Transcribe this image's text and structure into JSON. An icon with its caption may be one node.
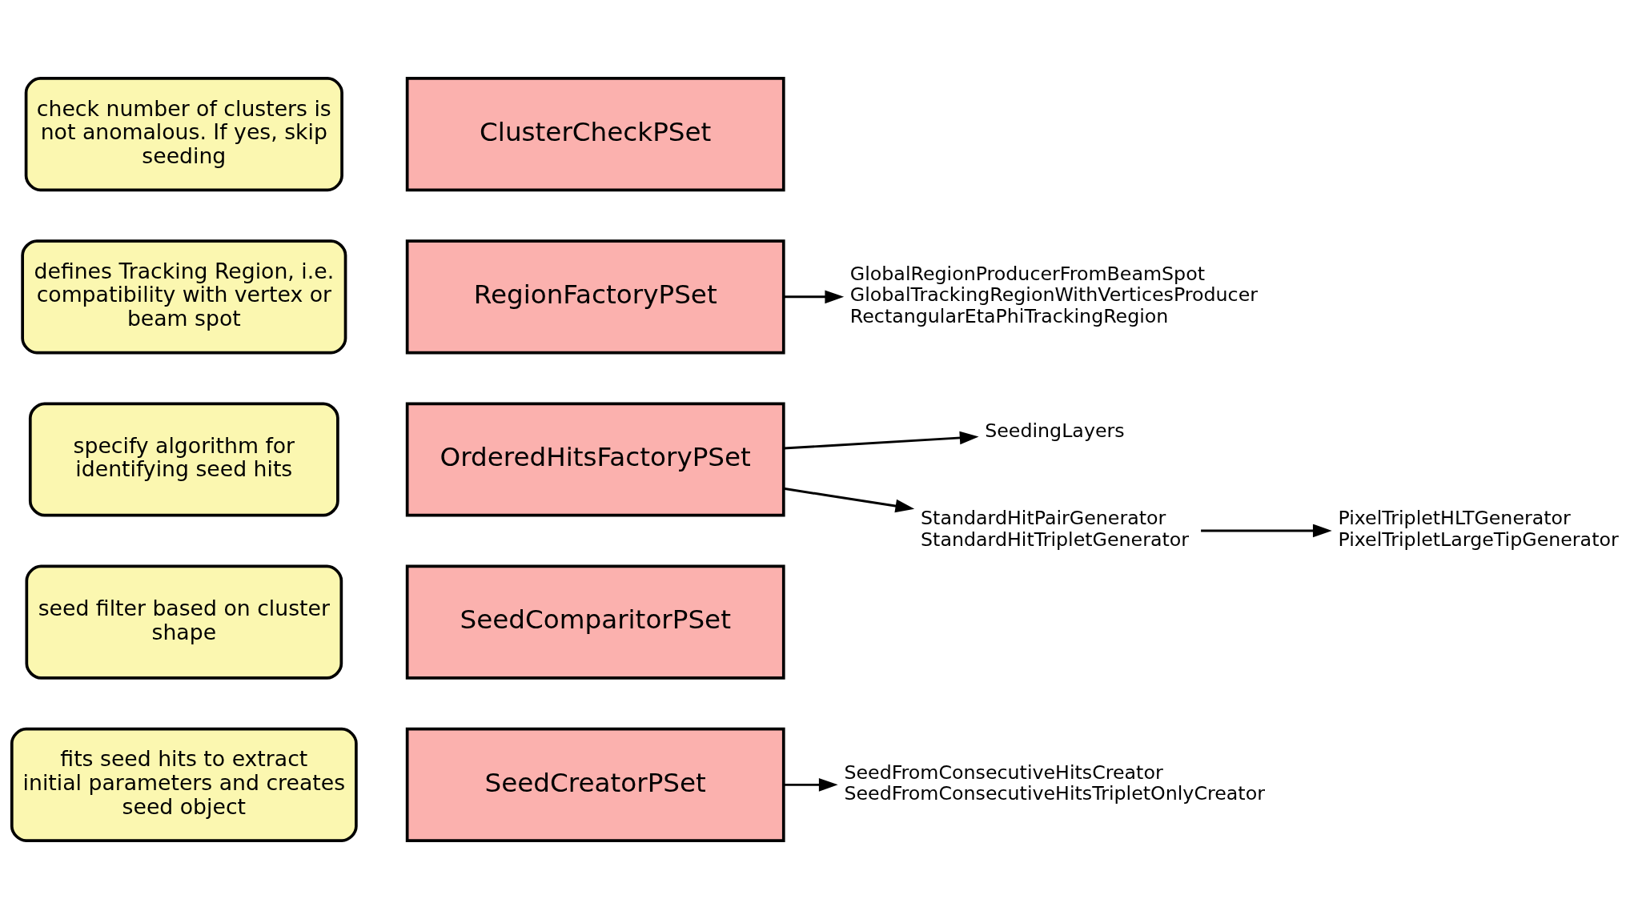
{
  "diagram": {
    "nodes": [
      {
        "text": [
          "check number of clusters is not anomalous. If yes, skip seeding"
        ]
      },
      {
        "text": [
          "ClusterCheckPSet"
        ]
      },
      {
        "text": [
          "defines Tracking Region, i.e. compatibility with vertex or beam spot"
        ]
      },
      {
        "text": [
          "RegionFactoryPSet"
        ]
      },
      {
        "text": [
          "GlobalRegionProducerFromBeamSpot",
          "GlobalTrackingRegionWithVerticesProducer",
          "RectangularEtaPhiTrackingRegion"
        ]
      },
      {
        "text": [
          "specify algorithm for identifying seed hits"
        ]
      },
      {
        "text": [
          "OrderedHitsFactoryPSet"
        ]
      },
      {
        "text": [
          "SeedingLayers"
        ]
      },
      {
        "text": [
          "StandardHitPairGenerator",
          "StandardHitTripletGenerator"
        ]
      },
      {
        "text": [
          "PixelTripletHLTGenerator",
          "PixelTripletLargeTipGenerator"
        ]
      },
      {
        "text": [
          "seed filter based on cluster shape"
        ]
      },
      {
        "text": [
          "SeedComparitorPSet"
        ]
      },
      {
        "text": [
          "fits seed hits to extract initial parameters and creates seed object"
        ]
      },
      {
        "text": [
          "SeedCreatorPSet"
        ]
      },
      {
        "text": [
          "SeedFromConsecutiveHitsCreator",
          "SeedFromConsecutiveHitsTripletOnlyCreator"
        ]
      }
    ],
    "edges": [
      {
        "from": 3,
        "to": 4,
        "arrow": "to"
      },
      {
        "from": 6,
        "to": 7,
        "arrow": "to"
      },
      {
        "from": 6,
        "to": 8,
        "arrow": "to"
      },
      {
        "from": 8,
        "to": 9,
        "arrow": "to"
      },
      {
        "from": 13,
        "to": 14,
        "arrow": "to"
      }
    ]
  }
}
